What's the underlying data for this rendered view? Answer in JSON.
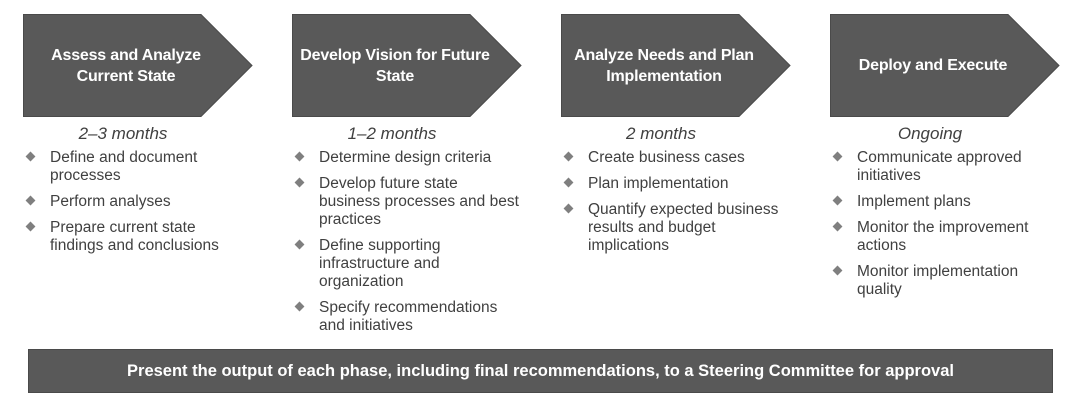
{
  "phases": [
    {
      "title": "Assess and Analyze Current State",
      "duration": "2–3 months",
      "bullets": [
        "Define and document processes",
        "Perform analyses",
        "Prepare current state findings and conclusions"
      ]
    },
    {
      "title": "Develop Vision for Future State",
      "duration": "1–2 months",
      "bullets": [
        "Determine design criteria",
        "Develop future state business processes and best practices",
        "Define supporting infrastructure and organization",
        "Specify recommendations and initiatives"
      ]
    },
    {
      "title": "Analyze Needs and Plan Implementation",
      "duration": "2 months",
      "bullets": [
        "Create business cases",
        "Plan implementation",
        "Quantify expected business results and budget implications"
      ]
    },
    {
      "title": "Deploy and Execute",
      "duration": "Ongoing",
      "bullets": [
        "Communicate approved initiatives",
        "Implement plans",
        "Monitor the improvement actions",
        "Monitor implementation quality"
      ]
    }
  ],
  "footer": {
    "text": "Present the output of each phase, including final recommendations, to a Steering Committee for approval"
  },
  "colors": {
    "arrow_fill": "#595959",
    "arrow_border": "#4a4a4a",
    "text": "#404040",
    "bullet": "#7f7f7f"
  }
}
